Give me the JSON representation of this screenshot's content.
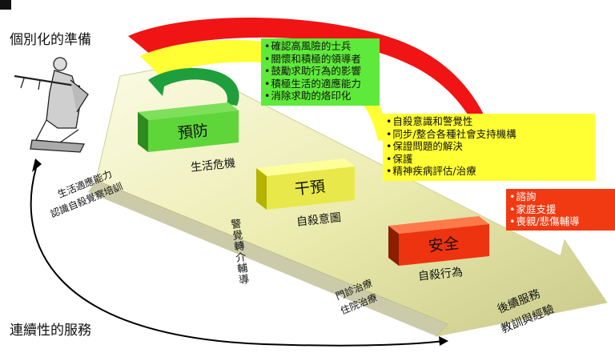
{
  "title_top": "個別化的準備",
  "title_bottom": "連續性的服務",
  "colors": {
    "green": "#5ed63a",
    "yellow": "#ffff33",
    "red": "#ff3300",
    "orange": "#ff5a1a",
    "arrow": "#e4e49a"
  },
  "blocks": [
    {
      "label": "預防",
      "stage": "生活危機"
    },
    {
      "label": "干預",
      "stage": "自殺意圖"
    },
    {
      "label": "安全",
      "stage": "自殺行為"
    }
  ],
  "boxes": {
    "green": [
      "確認高風險的士兵",
      "關懷和積極的領導者",
      "鼓勵求助行為的影響",
      "積極生活的適應能力",
      "消除求助的烙印化"
    ],
    "yellow": [
      "自殺意識和警覺性",
      "同步/整合各種社會支持機構",
      "保證問題的解決",
      "保護",
      "精神疾病評估/治療"
    ],
    "red": [
      "諮詢",
      "家庭支援",
      "喪親/悲傷輔導"
    ]
  },
  "arrow_labels": {
    "left_line1": "生活適應能力",
    "left_line2": "認識自殺覺察培訓",
    "vertical": "警覺轉介輔導",
    "mid_line1": "門診治療",
    "mid_line2": "住院治療",
    "tip_line1": "後續服務",
    "tip_line2": "教訓與經驗"
  }
}
